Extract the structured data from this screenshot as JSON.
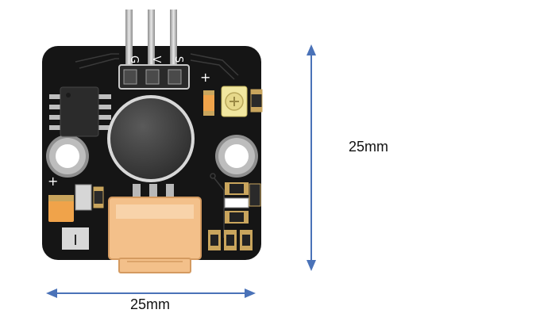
{
  "dimensions": {
    "width_label": "25mm",
    "height_label": "25mm",
    "arrow_color": "#4a72b8"
  },
  "board": {
    "pin_labels": [
      "G",
      "V",
      "S"
    ],
    "plus_marks": [
      "+",
      "+"
    ],
    "module_mark": "I",
    "pcb_color": "#151515",
    "header_color": "#c8c8c8",
    "connector_color": "#f3c08a",
    "mic_color": "#3b3b3b",
    "potentiometer_color": "#f1e7a0",
    "copper_color": "#c9a55d"
  }
}
